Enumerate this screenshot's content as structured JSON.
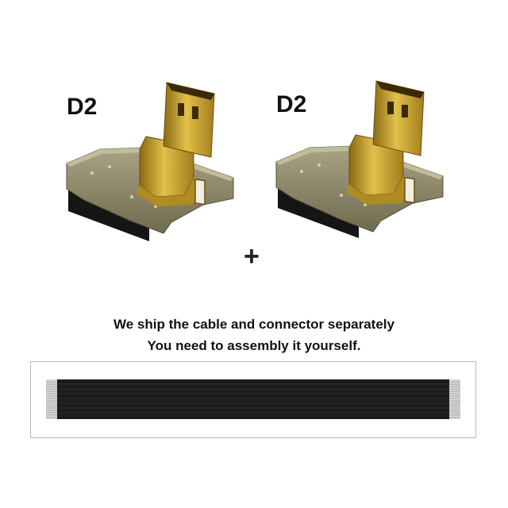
{
  "products": [
    {
      "label": "D2",
      "item": "right-angle-micro-hdmi-adapter-board"
    },
    {
      "label": "D2",
      "item": "right-angle-micro-hdmi-adapter-board"
    }
  ],
  "plus_symbol": "+",
  "caption": {
    "line1": "We ship the cable and connector separately",
    "line2": "You need to assembly it yourself."
  },
  "colors": {
    "background": "#ffffff",
    "gold": "#c9a227",
    "pcb": "#8a8566",
    "cable": "#1b1b1b",
    "frame": "#b9b9b9"
  }
}
